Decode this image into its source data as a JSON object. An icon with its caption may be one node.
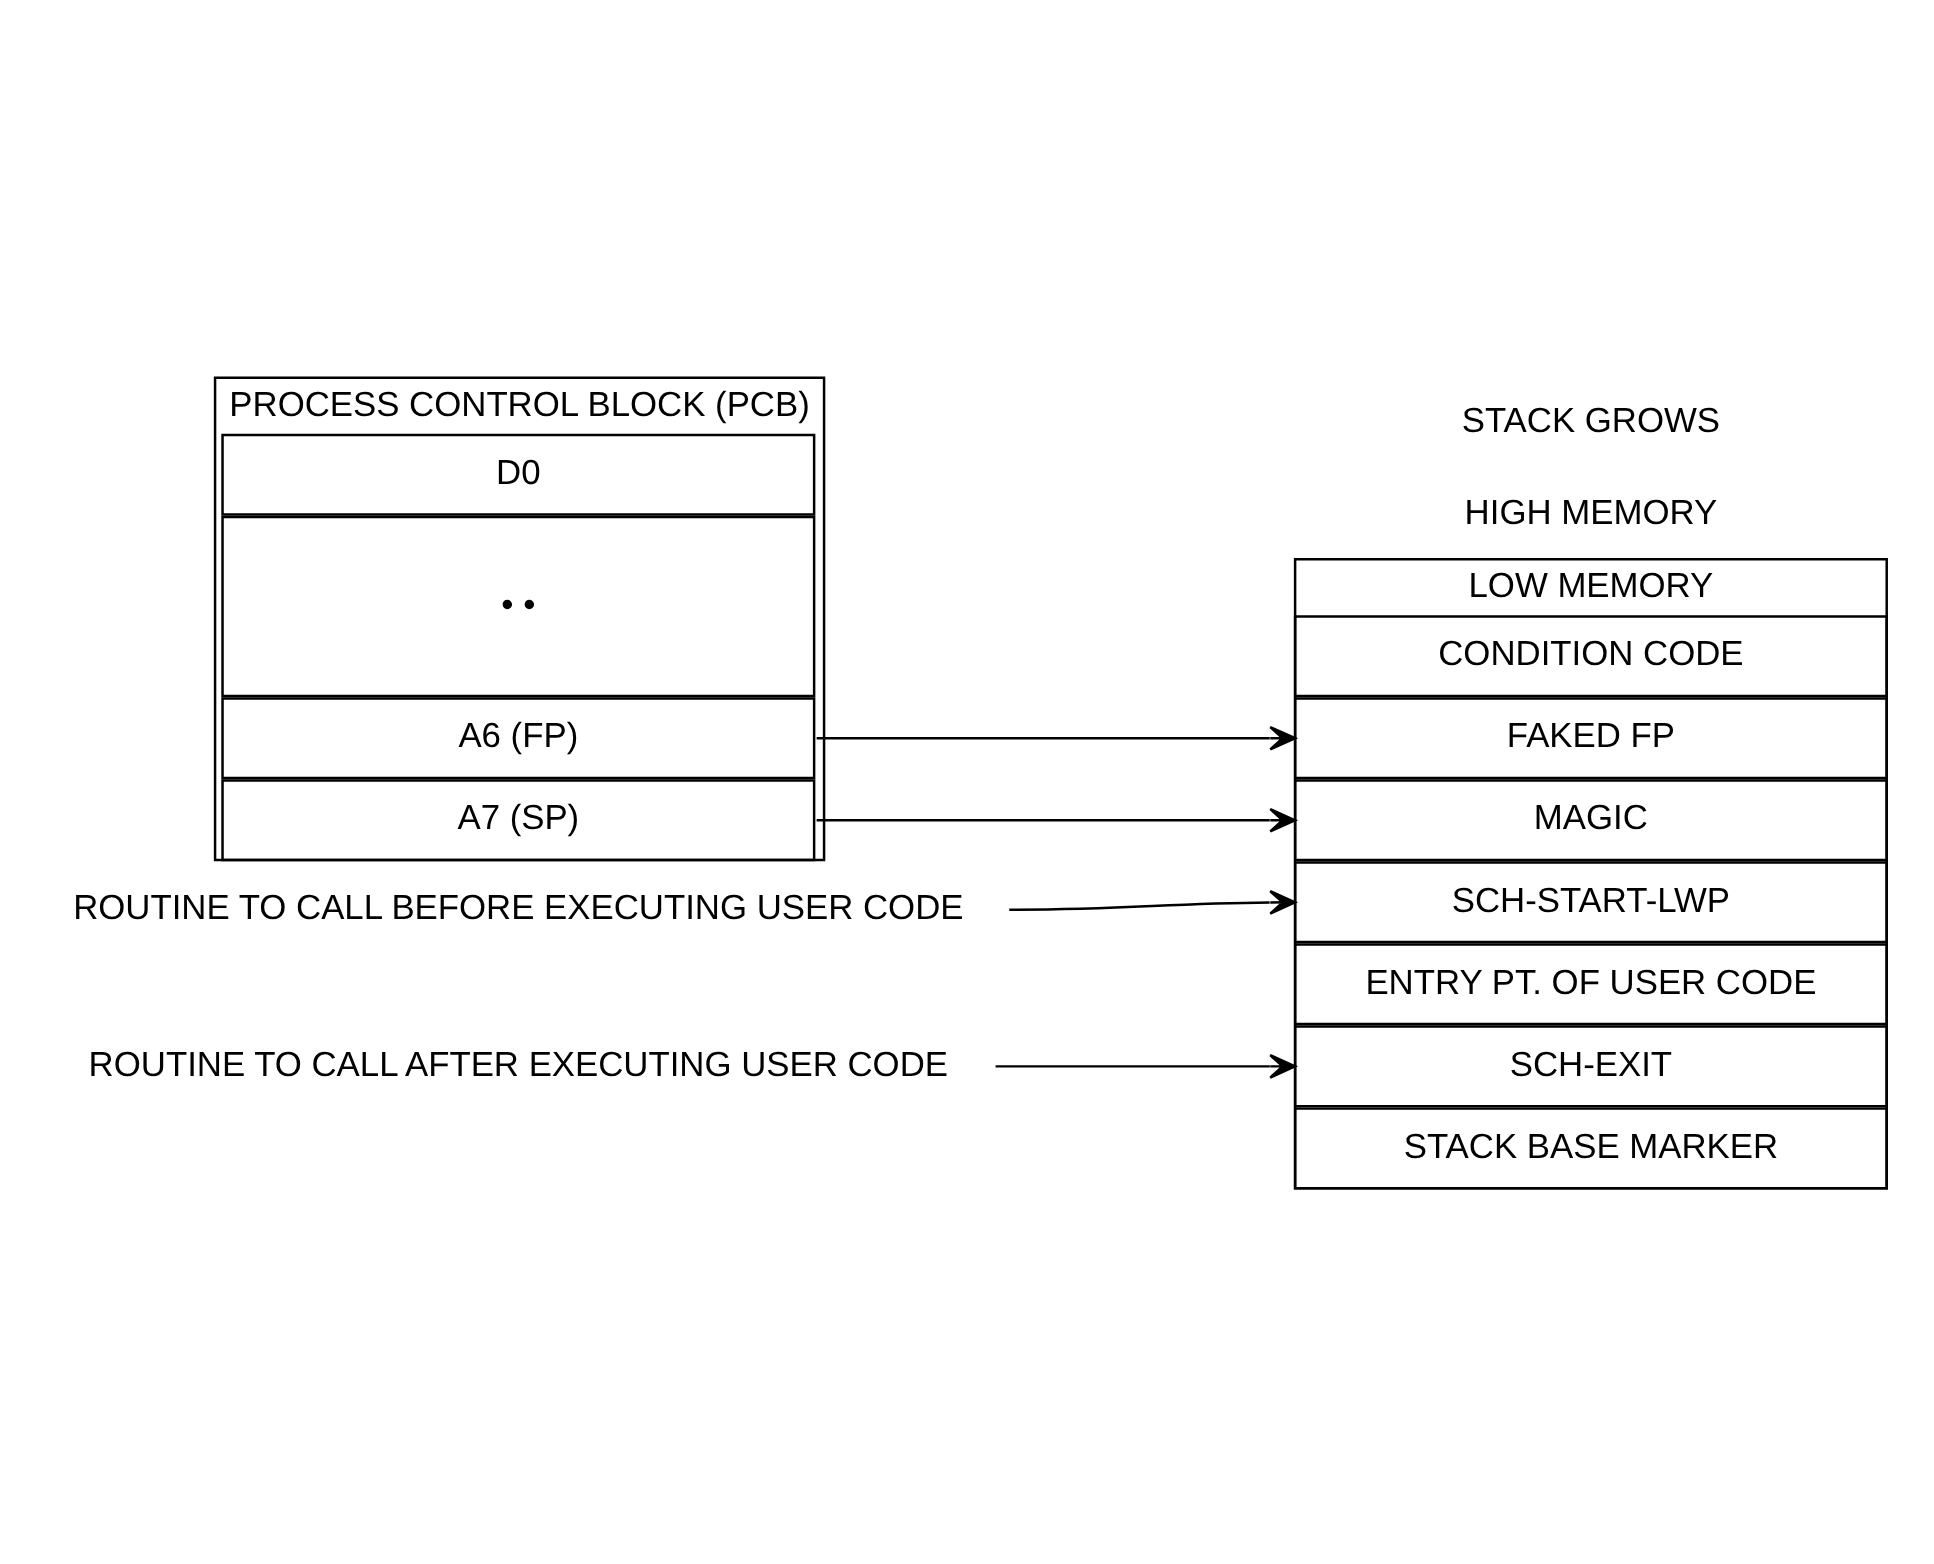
{
  "diagram": {
    "nodes": [
      {
        "text": [
          "PROCESS CONTROL BLOCK (PCB)"
        ]
      },
      {
        "text": [
          "D0"
        ],
        "in": 0
      },
      {
        "text": [
          "• •"
        ],
        "in": 0
      },
      {
        "text": [
          "A6 (FP)"
        ],
        "in": 0
      },
      {
        "text": [
          "A7 (SP)"
        ],
        "in": 0
      },
      {
        "text": [
          "LOW MEMORY"
        ]
      },
      {
        "text": [
          "MAGIC"
        ],
        "in": 5
      },
      {
        "text": [
          "CONDITION CODE"
        ],
        "in": 5
      },
      {
        "text": [
          "FAKED FP"
        ],
        "in": 5
      },
      {
        "text": [
          "SCH-START-LWP"
        ],
        "in": 5
      },
      {
        "text": [
          "ENTRY PT. OF USER CODE"
        ],
        "in": 5
      },
      {
        "text": [
          "SCH-EXIT"
        ],
        "in": 5
      },
      {
        "text": [
          "STACK BASE MARKER"
        ],
        "in": 5
      },
      {
        "text": [
          "ROUTINE TO CALL BEFORE EXECUTING USER CODE"
        ]
      },
      {
        "text": [
          "ROUTINE TO CALL AFTER EXECUTING USER CODE"
        ]
      }
    ],
    "edges": [
      {
        "from": 3,
        "to": 8,
        "arrow": "to"
      },
      {
        "from": 4,
        "to": 6,
        "arrow": "to"
      },
      {
        "from": 13,
        "to": 9,
        "arrow": "to"
      },
      {
        "from": 14,
        "to": 11,
        "arrow": "to"
      }
    ],
    "labels": [
      "STACK GROWS",
      "HIGH MEMORY"
    ]
  }
}
